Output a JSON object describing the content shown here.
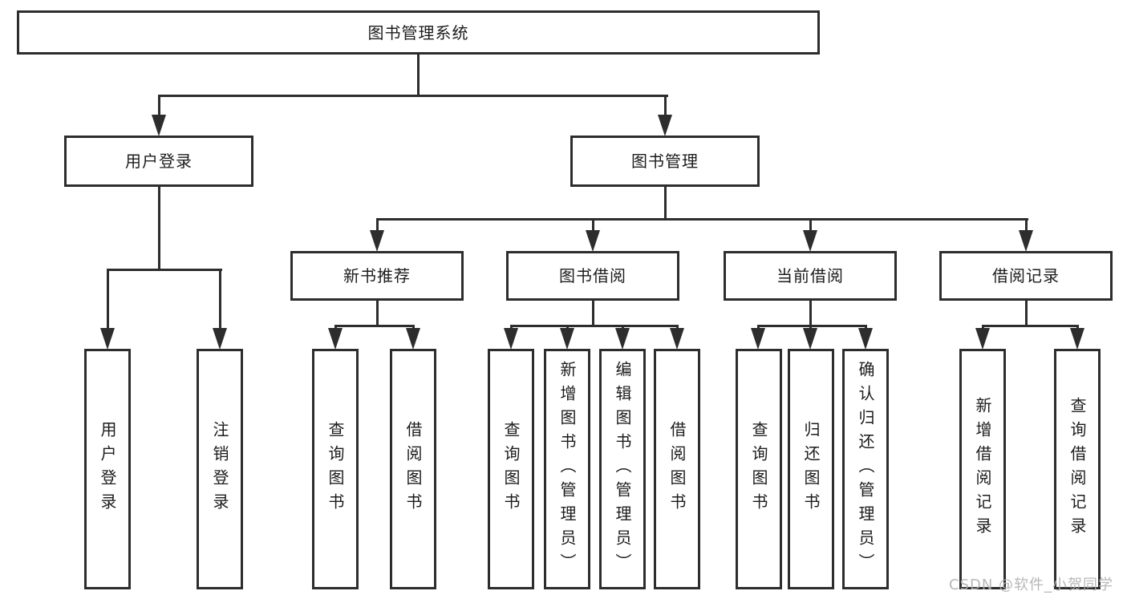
{
  "diagram": {
    "root": "图书管理系统",
    "level2": [
      "用户登录",
      "图书管理"
    ],
    "level3": [
      "新书推荐",
      "图书借阅",
      "当前借阅",
      "借阅记录"
    ],
    "leaves_login": [
      "用户登录",
      "注销登录"
    ],
    "leaves_recommend": [
      "查询图书",
      "借阅图书"
    ],
    "leaves_borrow": [
      "查询图书",
      "新增图书（管理员）",
      "编辑图书（管理员）",
      "借阅图书"
    ],
    "leaves_current": [
      "查询图书",
      "归还图书",
      "确认归还（管理员）"
    ],
    "leaves_records": [
      "新增借阅记录",
      "查询借阅记录"
    ]
  },
  "watermark": "CSDN @软件_小贺同学",
  "colors": {
    "line": "#2d2d2d",
    "text": "#1c1c1c",
    "watermark": "#b0b0b0",
    "background": "#ffffff"
  }
}
